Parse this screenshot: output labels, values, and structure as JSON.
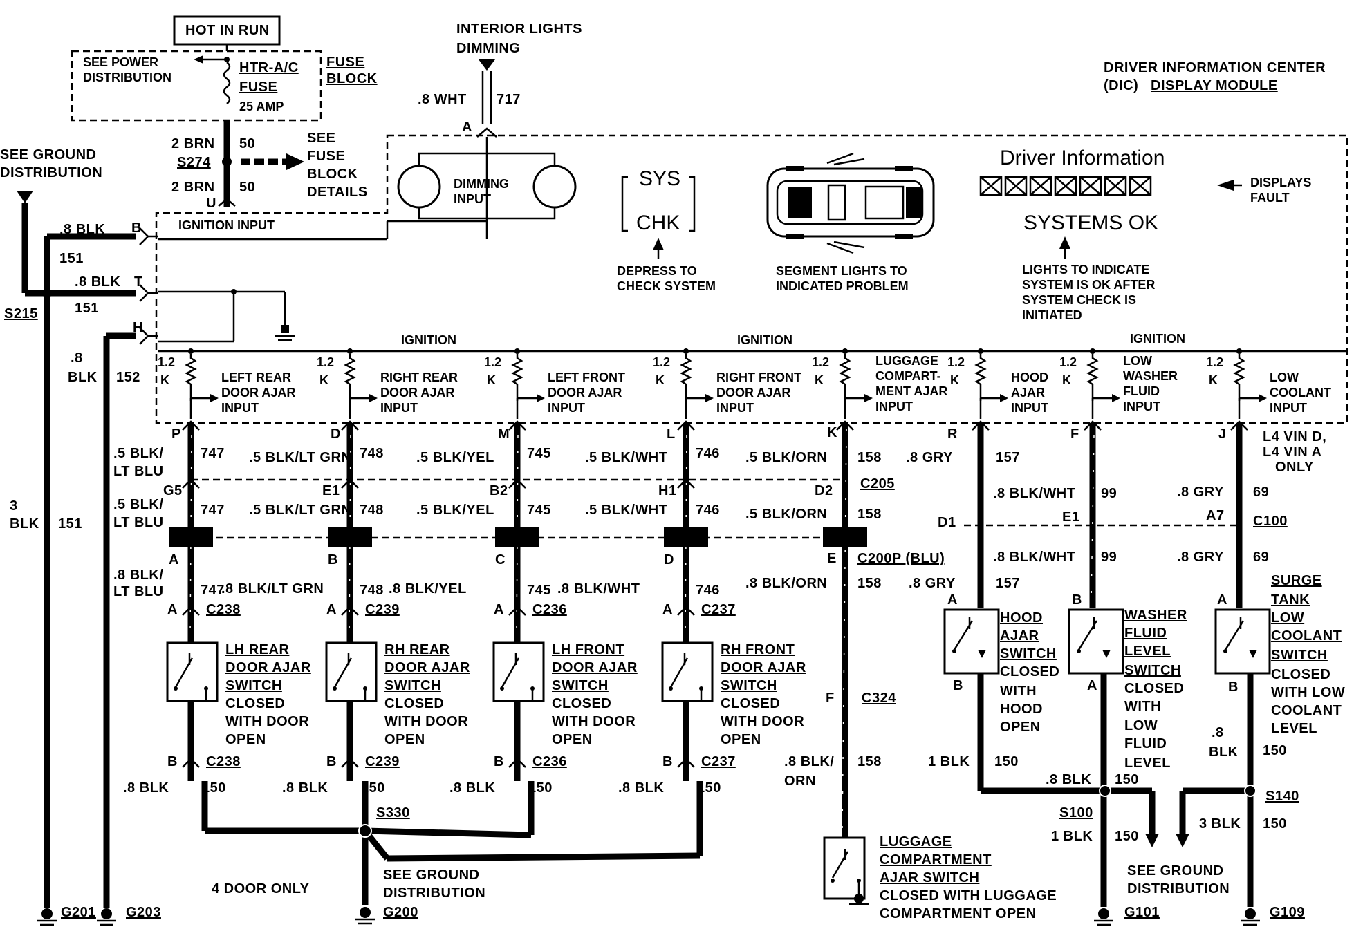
{
  "power": {
    "hot_in_run": "HOT IN RUN",
    "see_power_1": "SEE POWER",
    "see_power_2": "DISTRIBUTION",
    "fuse_name_1": "HTR-A/C",
    "fuse_name_2": "FUSE",
    "fuse_amp": "25 AMP",
    "fuse_block_1": "FUSE",
    "fuse_block_2": "BLOCK",
    "wire_top": "2 BRN",
    "wire_top_num": "50",
    "splice": "S274",
    "wire_bot": "2 BRN",
    "wire_bot_num": "50",
    "pin_u": "U",
    "see_fuse_1": "SEE",
    "see_fuse_2": "FUSE",
    "see_fuse_3": "BLOCK",
    "see_fuse_4": "DETAILS"
  },
  "interior": {
    "title_1": "INTERIOR LIGHTS",
    "title_2": "DIMMING",
    "wire": ".8 WHT",
    "wire_num": "717",
    "pin": "A",
    "dimming_1": "DIMMING",
    "dimming_2": "INPUT"
  },
  "dic": {
    "title_1": "DRIVER INFORMATION CENTER",
    "title_2": "(DIC)",
    "title_3": "DISPLAY MODULE",
    "driver_info": "Driver Information",
    "displays_fault_1": "DISPLAYS",
    "displays_fault_2": "FAULT",
    "systems_ok": "SYSTEMS OK",
    "sys": "SYS",
    "chk": "CHK",
    "depress_1": "DEPRESS TO",
    "depress_2": "CHECK SYSTEM",
    "segment_1": "SEGMENT LIGHTS TO",
    "segment_2": "INDICATED PROBLEM",
    "lights_1": "LIGHTS TO INDICATE",
    "lights_2": "SYSTEM IS OK AFTER",
    "lights_3": "SYSTEM CHECK IS",
    "lights_4": "INITIATED",
    "ignition_input": "IGNITION INPUT",
    "ignition": "IGNITION"
  },
  "ground_left": {
    "see_ground_1": "SEE GROUND",
    "see_ground_2": "DISTRIBUTION",
    "wire_b": ".8 BLK",
    "pin_b": "B",
    "num_b": "151",
    "wire_t": ".8 BLK",
    "pin_t": "T",
    "num_t": "151",
    "splice": "S215",
    "pin_h": "H",
    "wire_h_1": ".8",
    "wire_h_2": "BLK",
    "num_h": "152",
    "wire_3_1": "3",
    "wire_3_2": "BLK",
    "num_3": "151",
    "g201": "G201",
    "g203": "G203"
  },
  "resistor": {
    "val_1": "1.2",
    "val_2": "K"
  },
  "inputs": [
    {
      "l1": "LEFT REAR",
      "l2": "DOOR AJAR",
      "l3": "INPUT"
    },
    {
      "l1": "RIGHT REAR",
      "l2": "DOOR AJAR",
      "l3": "INPUT"
    },
    {
      "l1": "LEFT FRONT",
      "l2": "DOOR AJAR",
      "l3": "INPUT"
    },
    {
      "l1": "RIGHT FRONT",
      "l2": "DOOR AJAR",
      "l3": "INPUT"
    },
    {
      "l1": "LUGGAGE",
      "l2": "COMPART-",
      "l3": "MENT AJAR",
      "l4": "INPUT"
    },
    {
      "l1": "HOOD",
      "l2": "AJAR",
      "l3": "INPUT"
    },
    {
      "l1": "LOW",
      "l2": "WASHER",
      "l3": "FLUID",
      "l4": "INPUT"
    },
    {
      "l1": "LOW",
      "l2": "COOLANT",
      "l3": "INPUT"
    }
  ],
  "doors": [
    {
      "pin": "P",
      "w1a": ".5 BLK/",
      "w1b": "LT BLU",
      "n": "747",
      "c205": "G5",
      "w2a": ".5 BLK/",
      "w2b": "LT BLU",
      "c200": "A",
      "w3a": ".8 BLK/",
      "w3b": "LT BLU",
      "cpin": "A",
      "conn": "C238",
      "sw1": "LH REAR",
      "sw2": "DOOR AJAR",
      "sw3": "SWITCH",
      "cl1": "CLOSED",
      "cl2": "WITH DOOR",
      "cl3": "OPEN",
      "bpin": "B",
      "bconn": "C238",
      "gw": ".8 BLK",
      "gn": "150"
    },
    {
      "pin": "D",
      "w1": ".5 BLK/LT GRN",
      "n": "748",
      "c205": "E1",
      "w2": ".5 BLK/LT GRN",
      "c200": "B",
      "w3": ".8 BLK/LT GRN",
      "cpin": "A",
      "conn": "C239",
      "sw1": "RH REAR",
      "sw2": "DOOR AJAR",
      "sw3": "SWITCH",
      "cl1": "CLOSED",
      "cl2": "WITH DOOR",
      "cl3": "OPEN",
      "bpin": "B",
      "bconn": "C239",
      "gw": ".8 BLK",
      "gn": "150"
    },
    {
      "pin": "M",
      "w1": ".5 BLK/YEL",
      "n": "745",
      "c205": "B2",
      "w2": ".5 BLK/YEL",
      "c200": "C",
      "w3": ".8 BLK/YEL",
      "cpin": "A",
      "conn": "C236",
      "sw1": "LH FRONT",
      "sw2": "DOOR AJAR",
      "sw3": "SWITCH",
      "cl1": "CLOSED",
      "cl2": "WITH DOOR",
      "cl3": "OPEN",
      "bpin": "B",
      "bconn": "C236",
      "gw": ".8 BLK",
      "gn": "150"
    },
    {
      "pin": "L",
      "w1": ".5 BLK/WHT",
      "n": "746",
      "c205": "H1",
      "w2": ".5 BLK/WHT",
      "c200": "D",
      "w3": ".8 BLK/WHT",
      "cpin": "A",
      "conn": "C237",
      "sw1": "RH FRONT",
      "sw2": "DOOR AJAR",
      "sw3": "SWITCH",
      "cl1": "CLOSED",
      "cl2": "WITH DOOR",
      "cl3": "OPEN",
      "bpin": "B",
      "bconn": "C237",
      "gw": ".8 BLK",
      "gn": "150"
    }
  ],
  "luggage": {
    "pin": "K",
    "w1": ".5 BLK/ORN",
    "n": "158",
    "c205pin": "D2",
    "c205": "C205",
    "w2": ".5 BLK/ORN",
    "c200pin": "E",
    "c200": "C200P (BLU)",
    "w3": ".8 BLK/ORN",
    "c324pin": "F",
    "c324": "C324",
    "w4a": ".8 BLK/",
    "w4b": "ORN",
    "sw1": "LUGGAGE",
    "sw2": "COMPARTMENT",
    "sw3": "AJAR SWITCH",
    "cl1": "CLOSED WITH LUGGAGE",
    "cl2": "COMPARTMENT OPEN",
    "g200": "G200"
  },
  "center_ground": {
    "splice": "S330",
    "see1": "SEE GROUND",
    "see2": "DISTRIBUTION",
    "four_door": "4 DOOR ONLY"
  },
  "hood": {
    "pin": "R",
    "w1": ".8 GRY",
    "n": "157",
    "c100pin": "D1",
    "w2": ".8 GRY",
    "cpin": "A",
    "sw1": "HOOD",
    "sw2": "AJAR",
    "sw3": "SWITCH",
    "cl1": "CLOSED",
    "cl2": "WITH",
    "cl3": "HOOD",
    "cl4": "OPEN",
    "bpin": "B",
    "gw": "1 BLK",
    "gn": "150"
  },
  "washer": {
    "pin": "F",
    "w1": ".8 BLK/WHT",
    "n": "99",
    "c100pin": "E1",
    "w2": ".8 BLK/WHT",
    "cpin": "B",
    "sw1": "WASHER",
    "sw2": "FLUID",
    "sw3": "LEVEL",
    "sw4": "SWITCH",
    "cl1": "CLOSED",
    "cl2": "WITH",
    "cl3": "LOW",
    "cl4": "FLUID",
    "cl5": "LEVEL",
    "apin": "A"
  },
  "coolant": {
    "pin": "J",
    "note1": "L4 VIN D,",
    "note2": "L4 VIN A",
    "note3": "ONLY",
    "w1": ".8 GRY",
    "n": "69",
    "c100pin": "A7",
    "c100": "C100",
    "w2": ".8 GRY",
    "cpin": "A",
    "sw1": "SURGE",
    "sw2": "TANK",
    "sw3": "LOW",
    "sw4": "COOLANT",
    "sw5": "SWITCH",
    "cl1": "CLOSED",
    "cl2": "WITH LOW",
    "cl3": "COOLANT",
    "cl4": "LEVEL",
    "bpin": "B",
    "gw1": ".8",
    "gw2": "BLK",
    "gn": "150"
  },
  "right_ground": {
    "w1": ".8 BLK",
    "n1": "150",
    "s100": "S100",
    "w2": "1 BLK",
    "n2": "150",
    "s140": "S140",
    "w3": "3 BLK",
    "n3": "150",
    "see1": "SEE GROUND",
    "see2": "DISTRIBUTION",
    "g101": "G101",
    "g109": "G109"
  }
}
